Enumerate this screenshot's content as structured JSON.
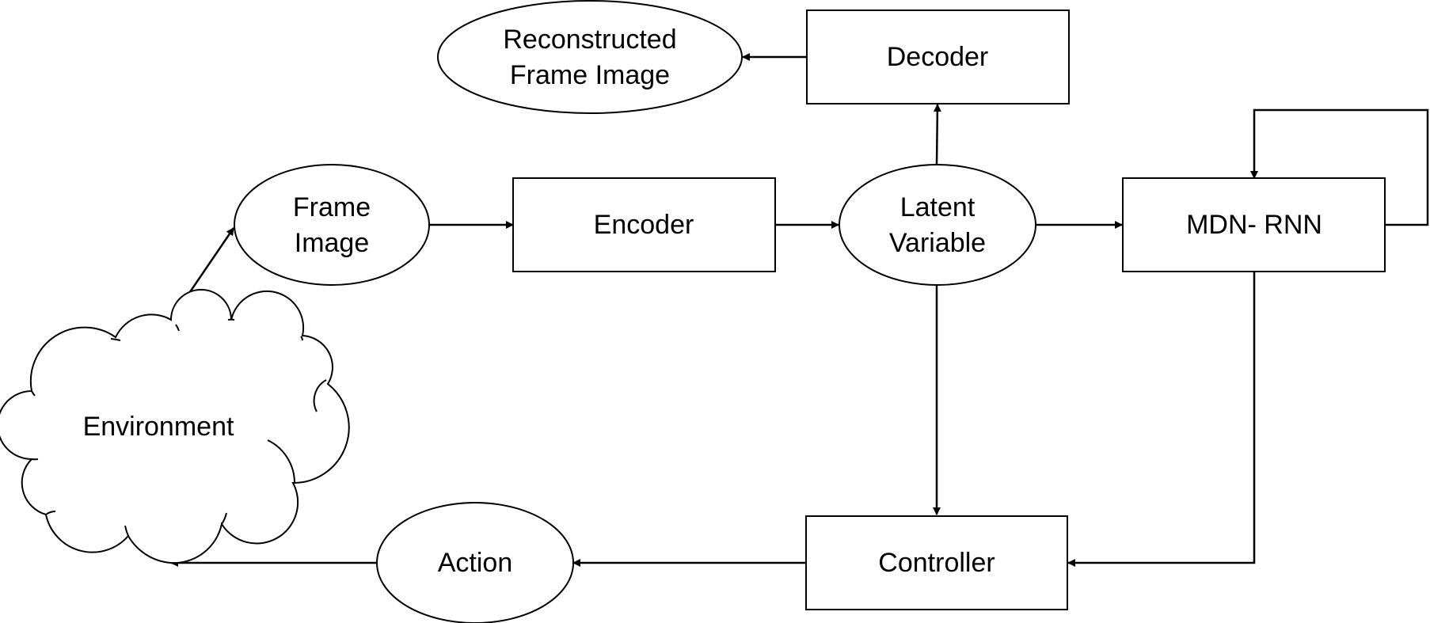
{
  "nodes": {
    "reconstructed_frame_image": {
      "line1": "Reconstructed",
      "line2": "Frame Image"
    },
    "decoder": {
      "label": "Decoder"
    },
    "frame_image": {
      "line1": "Frame",
      "line2": "Image"
    },
    "encoder": {
      "label": "Encoder"
    },
    "latent_variable": {
      "line1": "Latent",
      "line2": "Variable"
    },
    "mdn_rnn": {
      "label": "MDN- RNN"
    },
    "environment": {
      "label": "Environment"
    },
    "action": {
      "label": "Action"
    },
    "controller": {
      "label": "Controller"
    }
  },
  "edges": [
    {
      "from": "Environment",
      "to": "Frame Image"
    },
    {
      "from": "Frame Image",
      "to": "Encoder"
    },
    {
      "from": "Encoder",
      "to": "Latent Variable"
    },
    {
      "from": "Latent Variable",
      "to": "Decoder"
    },
    {
      "from": "Decoder",
      "to": "Reconstructed Frame Image"
    },
    {
      "from": "Latent Variable",
      "to": "MDN- RNN"
    },
    {
      "from": "MDN- RNN",
      "to": "MDN- RNN"
    },
    {
      "from": "Latent Variable",
      "to": "Controller"
    },
    {
      "from": "MDN- RNN",
      "to": "Controller"
    },
    {
      "from": "Controller",
      "to": "Action"
    },
    {
      "from": "Action",
      "to": "Environment"
    }
  ]
}
